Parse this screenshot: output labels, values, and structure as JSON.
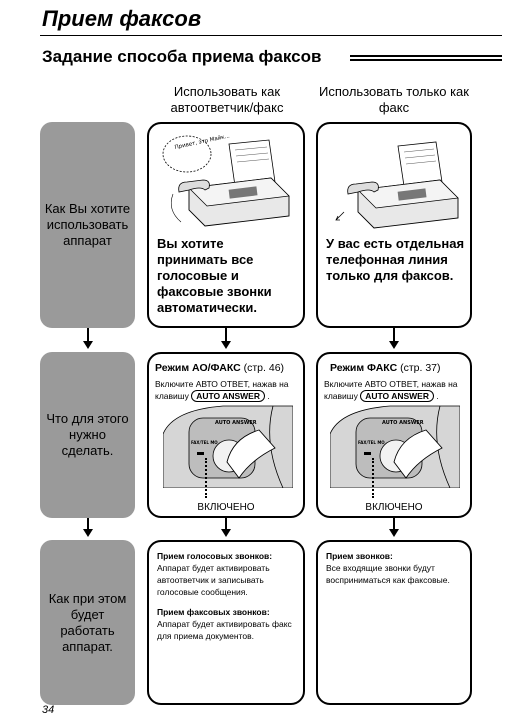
{
  "header": {
    "section_title": "Прием факсов",
    "subtitle": "Задание способа приема факсов"
  },
  "columns": {
    "col1_heading": "Использовать как автоответчик/факс",
    "col2_heading": "Использовать только как факс"
  },
  "rows": {
    "row1_label": "Как Вы хотите использовать аппарат",
    "row2_label": "Что для этого нужно сделать.",
    "row3_label": "Как при этом будет работать аппарат."
  },
  "row1": {
    "col1_text": "Вы хотите принимать все голосовые и факсовые звонки автоматически.",
    "col1_bubble": "Привет, это Майк...",
    "col2_text": "У вас есть отдельная телефонная линия только для факсов."
  },
  "row2": {
    "col1_mode": "Режим АО/ФАКС",
    "col1_page": "(стр. 46)",
    "col2_mode": "Режим ФАКС",
    "col2_page": "(стр. 37)",
    "instruction": "Включите АВТО ОТВЕТ, нажав на клавишу",
    "key_label": "AUTO ANSWER",
    "panel_key_label": "AUTO ANSWER",
    "panel_side_label": "FAX/TEL MO",
    "on_label": "ВКЛЮЧЕНО"
  },
  "row3": {
    "col1_voice_head": "Прием голосовых звонков:",
    "col1_voice_text": "Аппарат будет активировать автоответчик и записывать голосовые сообщения.",
    "col1_fax_head": "Прием факсовых звонков:",
    "col1_fax_text": "Аппарат будет активировать факс для приема документов.",
    "col2_head": "Прием звонков:",
    "col2_text": "Все входящие звонки будут восприниматься как факсовые."
  },
  "footer": {
    "page_number": "34"
  }
}
